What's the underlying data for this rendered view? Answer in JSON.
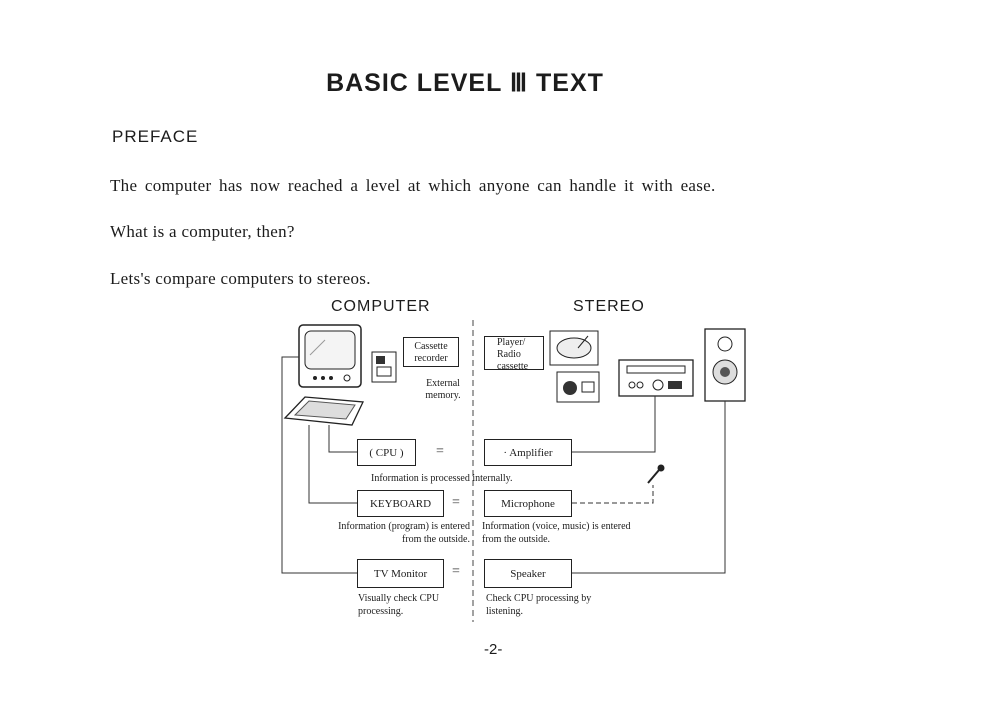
{
  "title": "BASIC LEVEL Ⅲ TEXT",
  "preface_heading": "PREFACE",
  "paragraphs": [
    "The computer has now reached a level at which anyone can handle it with ease.",
    "What is a computer, then?",
    "Lets's compare computers to stereos."
  ],
  "diagram": {
    "computer_heading": "COMPUTER",
    "stereo_heading": "STEREO",
    "cassette_recorder_label": "Cassette recorder",
    "external_memory_label": "External memory.",
    "player_label": "Player/ Radio cassette",
    "cpu_box": "( CPU )",
    "amplifier_box": "· Amplifier",
    "processed_note": "Information is processed internally.",
    "keyboard_box": "KEYBOARD",
    "microphone_box": "Microphone",
    "keyboard_desc": "Information (program) is entered from the outside.",
    "microphone_desc": "Information (voice, music) is entered from the outside.",
    "monitor_box": "TV Monitor",
    "speaker_box": "Speaker",
    "monitor_desc": "Visually check CPU processing.",
    "speaker_desc": "Check CPU processing by listening.",
    "equals": "="
  },
  "page_number": "-2-"
}
